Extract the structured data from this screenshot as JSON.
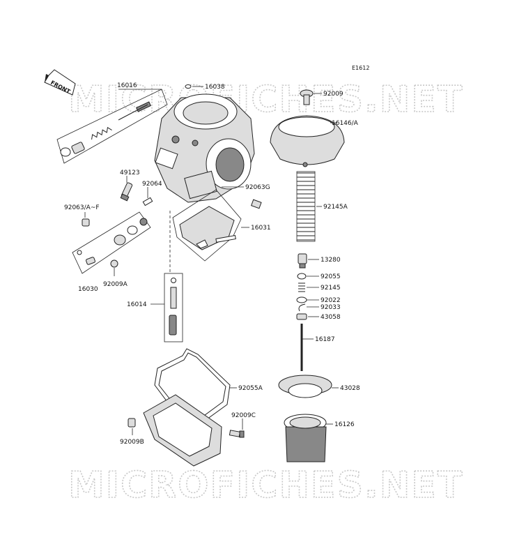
{
  "diagram": {
    "code": "E1612",
    "front_label": "FRONT",
    "watermark": "MICROFICHES.NET",
    "callouts": [
      {
        "id": "16016",
        "label": "16016"
      },
      {
        "id": "16038",
        "label": "16038"
      },
      {
        "id": "92009",
        "label": "92009"
      },
      {
        "id": "16146A",
        "label": "16146/A"
      },
      {
        "id": "49123",
        "label": "49123"
      },
      {
        "id": "92064",
        "label": "92064"
      },
      {
        "id": "92063G",
        "label": "92063G"
      },
      {
        "id": "92063AF",
        "label": "92063/A~F"
      },
      {
        "id": "92145A",
        "label": "92145A"
      },
      {
        "id": "16031",
        "label": "16031"
      },
      {
        "id": "13280",
        "label": "13280"
      },
      {
        "id": "92055",
        "label": "92055"
      },
      {
        "id": "92145",
        "label": "92145"
      },
      {
        "id": "16030",
        "label": "16030"
      },
      {
        "id": "92009A",
        "label": "92009A"
      },
      {
        "id": "16014",
        "label": "16014"
      },
      {
        "id": "92022",
        "label": "92022"
      },
      {
        "id": "92033",
        "label": "92033"
      },
      {
        "id": "43058",
        "label": "43058"
      },
      {
        "id": "16187",
        "label": "16187"
      },
      {
        "id": "92055A",
        "label": "92055A"
      },
      {
        "id": "43028",
        "label": "43028"
      },
      {
        "id": "92009C",
        "label": "92009C"
      },
      {
        "id": "16126",
        "label": "16126"
      },
      {
        "id": "92009B",
        "label": "92009B"
      }
    ]
  }
}
